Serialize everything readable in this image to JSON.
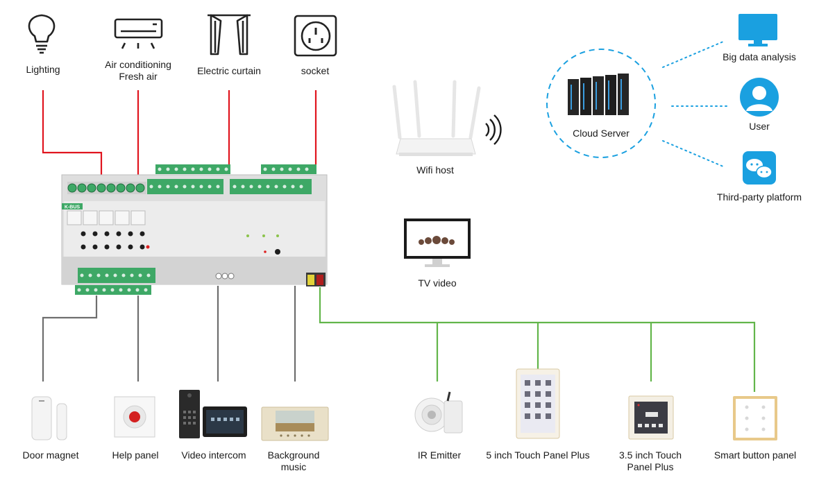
{
  "top_devices": [
    {
      "label": "Lighting",
      "icon": "light-bulb-icon"
    },
    {
      "label_lines": [
        "Air conditioning",
        "Fresh air"
      ],
      "icon": "air-conditioner-icon"
    },
    {
      "label": "Electric curtain",
      "icon": "curtain-icon"
    },
    {
      "label": "socket",
      "icon": "socket-icon"
    }
  ],
  "controller": {
    "brand": "K-BUS"
  },
  "network": {
    "wifi": {
      "label": "Wifi host",
      "icon": "wifi-router-icon"
    },
    "tv": {
      "label": "TV video",
      "icon": "tv-icon"
    },
    "cloud": {
      "label": "Cloud Server",
      "icon": "server-rack-icon"
    },
    "cloud_services": [
      {
        "label": "Big data analysis",
        "icon": "monitor-icon"
      },
      {
        "label": "User",
        "icon": "user-icon"
      },
      {
        "label": "Third-party platform",
        "icon": "chat-icon"
      }
    ]
  },
  "bottom_devices": [
    {
      "label": "Door magnet",
      "icon": "door-magnet-icon"
    },
    {
      "label": "Help panel",
      "icon": "help-panel-icon"
    },
    {
      "label": "Video intercom",
      "icon": "video-intercom-icon"
    },
    {
      "label_lines": [
        "Background",
        "music"
      ],
      "icon": "background-music-icon"
    },
    {
      "label": "IR Emitter",
      "icon": "ir-emitter-icon"
    },
    {
      "label": "5 inch Touch Panel Plus",
      "icon": "touch-panel-5-icon"
    },
    {
      "label_lines": [
        "3.5 inch Touch",
        "Panel Plus"
      ],
      "icon": "touch-panel-35-icon"
    },
    {
      "label": "Smart button panel",
      "icon": "smart-button-panel-icon"
    }
  ],
  "colors": {
    "load_wire": "#e0141e",
    "input_wire": "#6e6e6e",
    "bus_wire": "#62b54a",
    "cloud_accent": "#1aa0e0",
    "terminal_green": "#3ea866"
  }
}
